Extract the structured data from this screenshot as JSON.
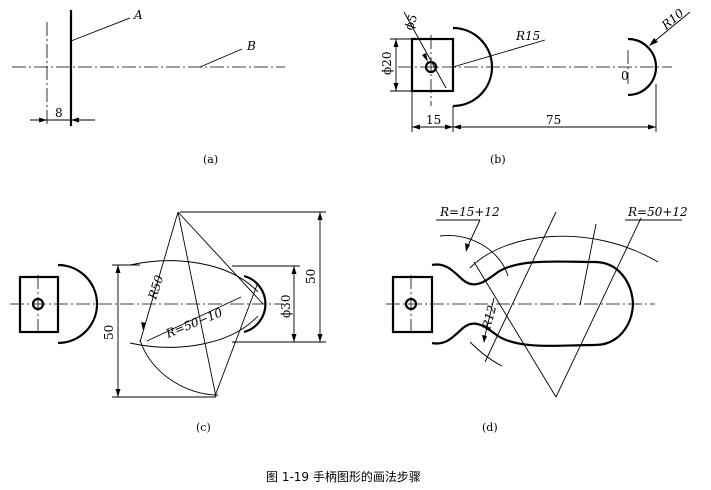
{
  "panel_a": {
    "label_a": "A",
    "label_b": "B",
    "dim_8": "8",
    "caption": "(a)"
  },
  "panel_b": {
    "phi5": "ϕ5",
    "r15": "R15",
    "r10": "R10",
    "phi20": "ϕ20",
    "origin": "0",
    "dim_15": "15",
    "dim_75": "75",
    "caption": "(b)"
  },
  "panel_c": {
    "r50": "R50",
    "r50m10": "R=50−10",
    "phi30": "ϕ30",
    "dim_50_left": "50",
    "dim_50_right": "50",
    "caption": "(c)"
  },
  "panel_d": {
    "r15p12": "R=15+12",
    "r50p12": "R=50+12",
    "r12": "R12",
    "caption": "(d)"
  },
  "figure_title": "图 1-19 手柄图形的画法步骤"
}
